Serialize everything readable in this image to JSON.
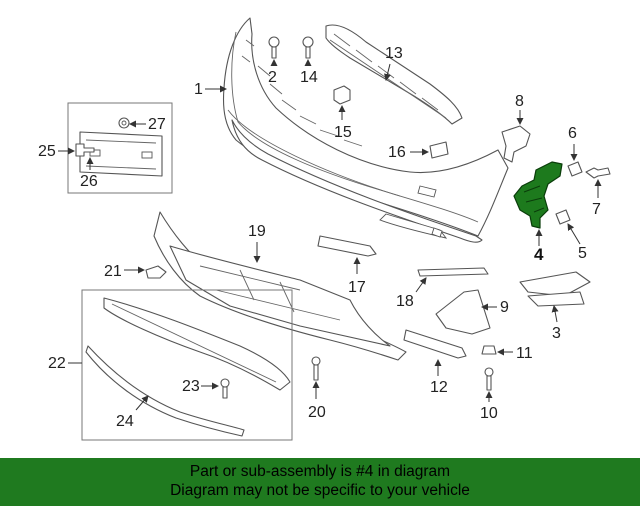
{
  "diagram": {
    "callouts": [
      "1",
      "2",
      "3",
      "4",
      "5",
      "6",
      "7",
      "8",
      "9",
      "10",
      "11",
      "12",
      "13",
      "14",
      "15",
      "16",
      "17",
      "18",
      "19",
      "20",
      "21",
      "22",
      "23",
      "24",
      "25",
      "26",
      "27"
    ],
    "highlighted_part": "4",
    "highlight_color": "#1d7a1d"
  },
  "banner": {
    "line1": "Part or sub-assembly is #4 in diagram",
    "line2": "Diagram may not be specific to your vehicle",
    "background": "#1f7a1f"
  }
}
